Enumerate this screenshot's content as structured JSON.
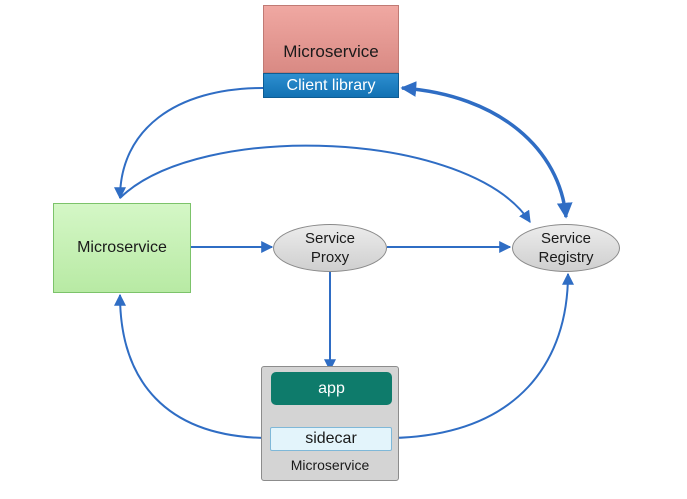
{
  "nodes": {
    "top_microservice": "Microservice",
    "client_library": "Client library",
    "left_microservice": "Microservice",
    "service_proxy": "Service\nProxy",
    "service_registry": "Service\nRegistry",
    "app": "app",
    "sidecar": "sidecar",
    "bottom_microservice": "Microservice"
  },
  "colors": {
    "arrow": "#2f6dc4",
    "top_box": "#e39a94",
    "client_bar": "#1a7cc0",
    "left_box": "#c8f0b8",
    "ellipse": "#dcdcdc",
    "container": "#d4d4d4",
    "app_box": "#0e7b6b",
    "sidecar_box": "#e3f4fb"
  }
}
